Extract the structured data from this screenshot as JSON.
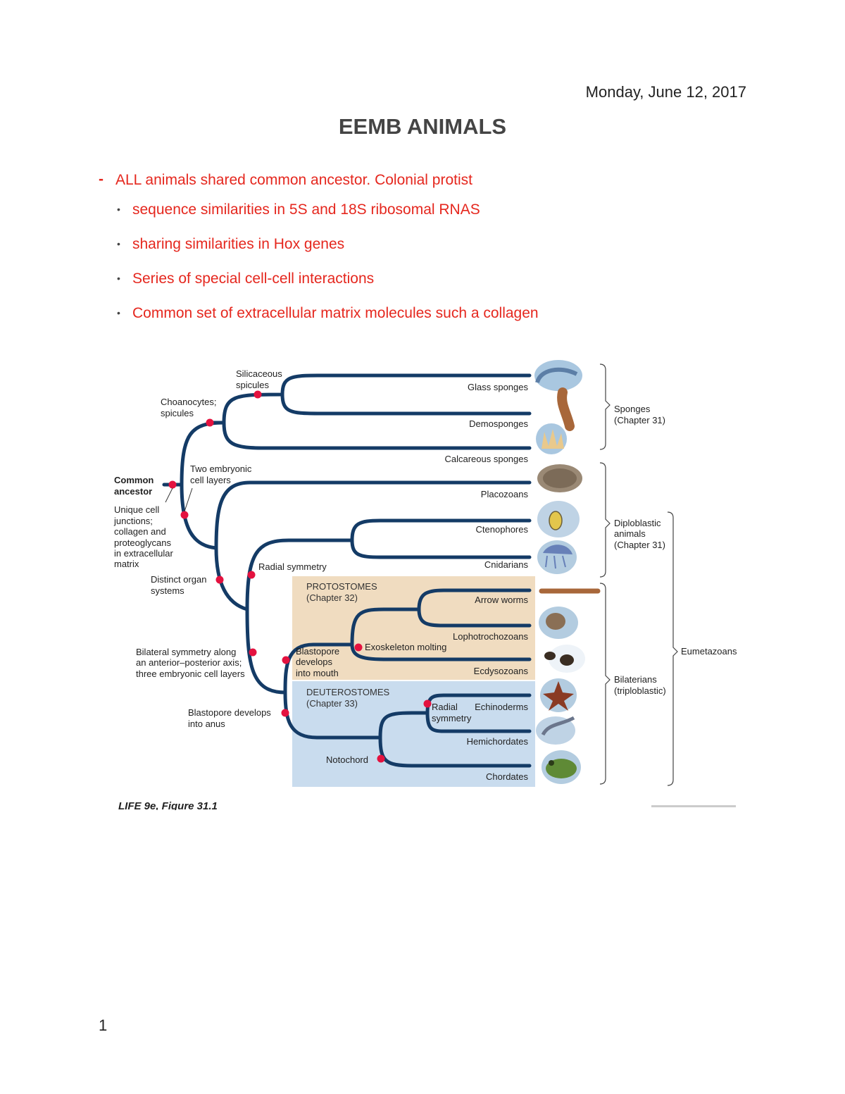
{
  "header": {
    "date": "Monday, June 12, 2017",
    "title": "EEMB ANIMALS"
  },
  "notes": {
    "main": "ALL animals shared common ancestor. Colonial protist",
    "subs": [
      "sequence similarities in 5S and 18S ribosomal RNAS",
      "sharing similarities in Hox genes",
      "Series of special cell-cell interactions",
      "Common set of extracellular matrix molecules such a collagen"
    ]
  },
  "figure": {
    "taxa": {
      "glass_sponges": "Glass sponges",
      "demosponges": "Demosponges",
      "calcareous_sponges": "Calcareous sponges",
      "placozoans": "Placozoans",
      "ctenophores": "Ctenophores",
      "cnidarians": "Cnidarians",
      "arrow_worms": "Arrow worms",
      "lophotrochozoans": "Lophotrochozoans",
      "ecdysozoans": "Ecdysozoans",
      "echinoderms": "Echinoderms",
      "hemichordates": "Hemichordates",
      "chordates": "Chordates"
    },
    "nodes": {
      "common_ancestor_1": "Common",
      "common_ancestor_2": "ancestor",
      "silicaceous_1": "Silicaceous",
      "silicaceous_2": "spicules",
      "choanocytes_1": "Choanocytes;",
      "choanocytes_2": "spicules",
      "two_layers_1": "Two embryonic",
      "two_layers_2": "cell layers",
      "unique_1": "Unique cell",
      "unique_2": "junctions;",
      "unique_3": "collagen and",
      "unique_4": "proteoglycans",
      "unique_5": "in extracellular",
      "unique_6": "matrix",
      "radial": "Radial symmetry",
      "organ_1": "Distinct organ",
      "organ_2": "systems",
      "bilateral_1": "Bilateral symmetry along",
      "bilateral_2": "an anterior–posterior axis;",
      "bilateral_3": "three embryonic cell layers",
      "bp_mouth_1": "Blastopore",
      "bp_mouth_2": "develops",
      "bp_mouth_3": "into mouth",
      "exoskeleton": "Exoskeleton molting",
      "bp_anus_1": "Blastopore develops",
      "bp_anus_2": "into anus",
      "notochord": "Notochord",
      "radial2_1": "Radial",
      "radial2_2": "symmetry"
    },
    "groups": {
      "proto_1": "PROTOSTOMES",
      "proto_2": "(Chapter 32)",
      "deutero_1": "DEUTEROSTOMES",
      "deutero_2": "(Chapter 33)"
    },
    "brackets": {
      "sponges_1": "Sponges",
      "sponges_2": "(Chapter 31)",
      "diplo_1": "Diploblastic",
      "diplo_2": "animals",
      "diplo_3": "(Chapter 31)",
      "bilat_1": "Bilaterians",
      "bilat_2": "(triploblastic)",
      "eumetazoans": "Eumetazoans"
    },
    "caption": "LIFE 9e, Figure 31.1",
    "colors": {
      "branch": "#143b66",
      "node": "#e4123f",
      "protostome_bg": "#f0dcc0",
      "deuterostome_bg": "#c9dcee"
    }
  },
  "footer": {
    "page_number": "1"
  }
}
